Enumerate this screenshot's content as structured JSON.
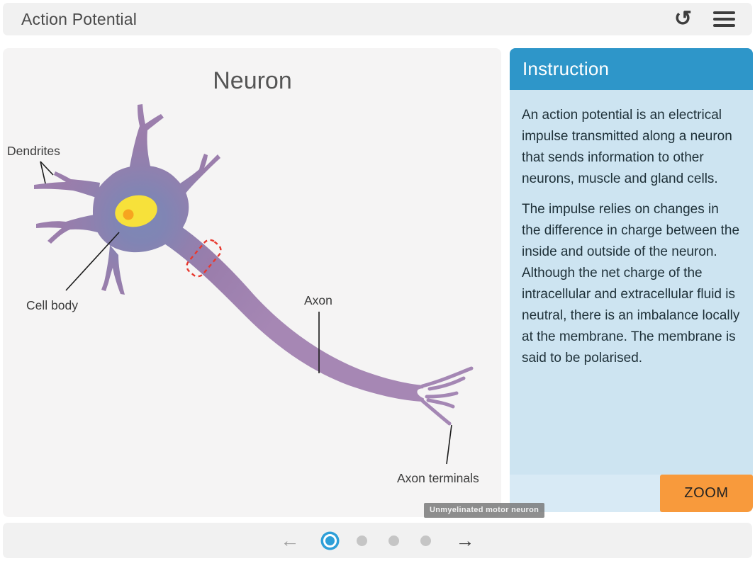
{
  "header": {
    "title": "Action Potential",
    "reset_icon": "↺",
    "menu_icon": "hamburger"
  },
  "diagram": {
    "title": "Neuron",
    "labels": {
      "dendrites": "Dendrites",
      "cell_body": "Cell body",
      "axon": "Axon",
      "axon_terminals": "Axon terminals"
    },
    "tooltip": "Unmyelinated motor neuron",
    "highlight": "dashed-red-region-on-axon"
  },
  "instruction": {
    "title": "Instruction",
    "paragraphs": [
      "An action potential is an electrical impulse transmitted along a neuron that sends information to other neurons, muscle and gland cells.",
      "The impulse relies on changes in the difference in charge between the inside and outside of the neuron. Although the net charge of the intracellular and extracellular fluid is neutral, there is an imbalance locally at the membrane. The membrane is said to be polarised."
    ],
    "zoom_button_label": "ZOOM"
  },
  "pagination": {
    "prev_icon": "←",
    "next_icon": "→",
    "total_pages": 4,
    "active_page": 1
  },
  "colors": {
    "instruction_header_blue": "#2e96c9",
    "instruction_body_blue": "#cde4f1",
    "zoom_button_orange": "#f89a3c",
    "neuron_purple": "#9d82ae",
    "soma_center_blue": "#7d88b6",
    "nucleus_yellow": "#f7e13a",
    "nucleolus_orange": "#f7a41f",
    "highlight_red": "#e8392f",
    "active_dot_blue": "#2d9fd8",
    "inactive_dot_gray": "#c5c5c5"
  }
}
